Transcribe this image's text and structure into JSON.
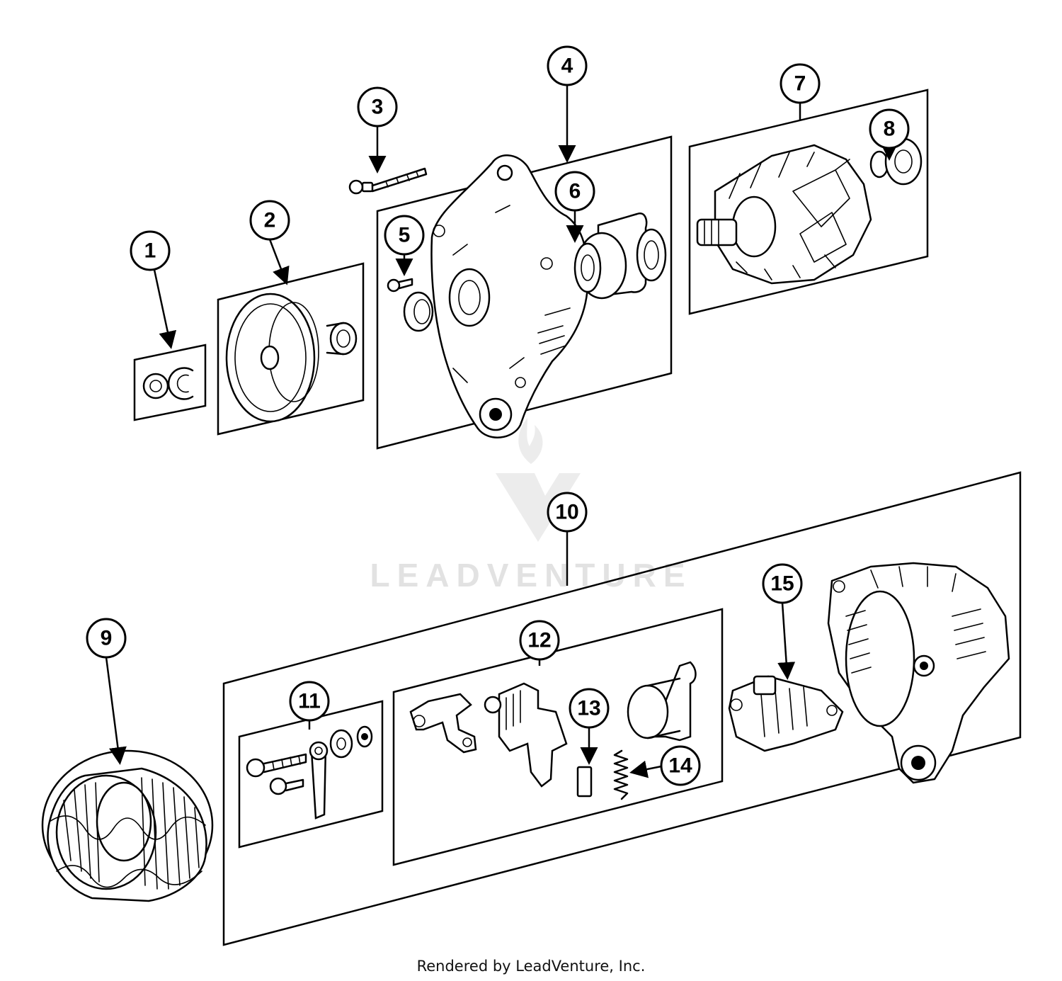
{
  "watermark": {
    "brand": "LEADVENTURE"
  },
  "footer": "Rendered by LeadVenture, Inc.",
  "callouts": [
    "1",
    "2",
    "3",
    "4",
    "5",
    "6",
    "7",
    "8",
    "9",
    "10",
    "11",
    "12",
    "13",
    "14",
    "15"
  ]
}
